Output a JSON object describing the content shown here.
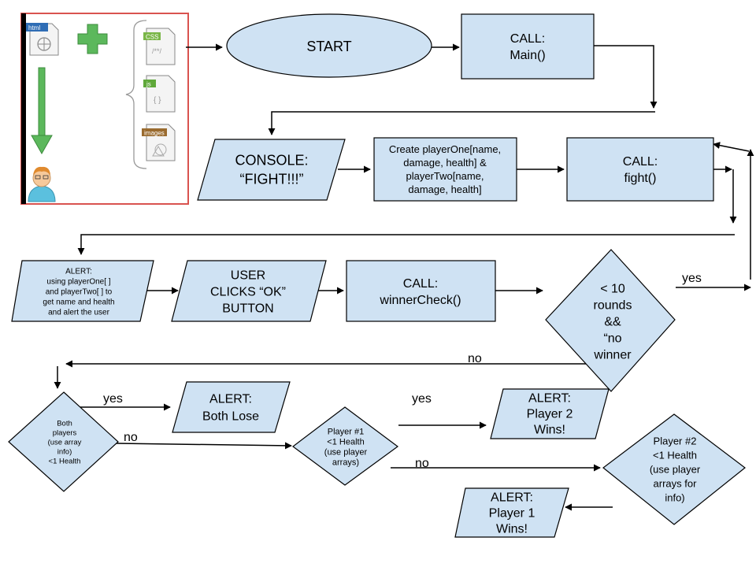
{
  "file_panel": {
    "html_tag": "html",
    "css_tag": "CSS",
    "css_snippet": "/**/",
    "js_tag": "js",
    "js_snippet": "{ }",
    "images_tag": "images"
  },
  "nodes": {
    "start": "START",
    "call_main": [
      "CALL:",
      "Main()"
    ],
    "console_fight": [
      "CONSOLE:",
      "“FIGHT!!!”"
    ],
    "create_players": [
      "Create playerOne[name,",
      "damage, health] &",
      "playerTwo[name,",
      "damage, health]"
    ],
    "call_fight": [
      "CALL:",
      "fight()"
    ],
    "alert_info": [
      "ALERT:",
      "using playerOne[ ]",
      "and playerTwo[ ] to",
      "get name and health",
      "and alert the user"
    ],
    "user_clicks": [
      "USER",
      "CLICKS “OK”",
      "BUTTON"
    ],
    "call_winnercheck": [
      "CALL:",
      "winnerCheck()"
    ],
    "rounds_check": [
      "< 10",
      "rounds",
      "&&",
      "“no",
      "winner"
    ],
    "both_players": [
      "Both",
      "players",
      "(use array",
      "info)",
      "<1 Health"
    ],
    "alert_both_lose": [
      "ALERT:",
      "Both Lose"
    ],
    "player1_check": [
      "Player #1",
      "<1 Health",
      "(use player",
      "arrays)"
    ],
    "alert_p2_wins": [
      "ALERT:",
      "Player 2",
      "Wins!"
    ],
    "player2_check": [
      "Player #2",
      "<1 Health",
      "(use player",
      "arrays for",
      "info)"
    ],
    "alert_p1_wins": [
      "ALERT:",
      "Player 1",
      "Wins!"
    ]
  },
  "edge_labels": {
    "rounds_yes": "yes",
    "rounds_no": "no",
    "both_yes": "yes",
    "both_no": "no",
    "p1_yes": "yes",
    "p1_no": "no"
  },
  "colors": {
    "node_fill": "#cfe2f3",
    "stroke": "#000000",
    "panel_border": "#d9534f",
    "icon_green": "#5cb85c",
    "html_tag_blue": "#2f6db5",
    "css_tag_green": "#7ab648",
    "js_tag_green": "#5fa83a",
    "images_tag_brown": "#9a6b2f"
  }
}
